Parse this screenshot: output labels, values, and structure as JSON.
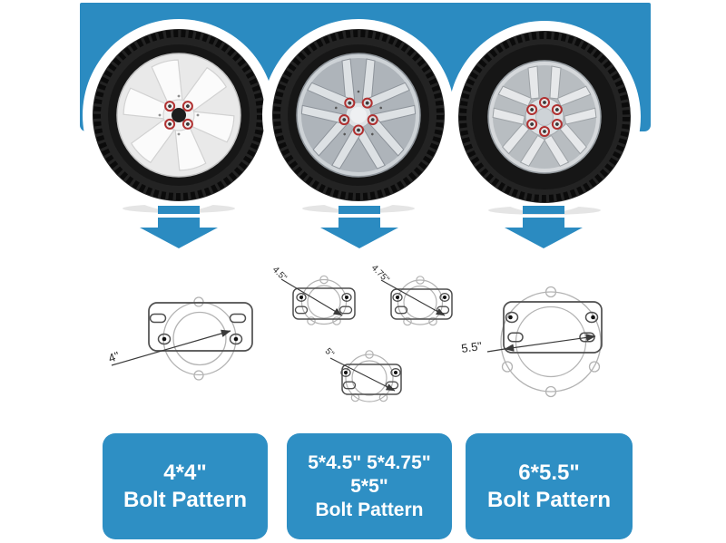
{
  "colors": {
    "band_blue": "#2b8bc1",
    "arrow_blue": "#2b8bc1",
    "card_blue": "#2e8fc4",
    "lug_ring_red": "#b03030",
    "diagram_line_gray": "#b3b3b3",
    "diagram_plate_gray": "#4f4f4f"
  },
  "wheels": {
    "items": [
      {
        "icon": "white-six-spoke-wheel-4-lug"
      },
      {
        "icon": "silver-twin-five-spoke-wheel-5-lug"
      },
      {
        "icon": "silver-ten-spoke-wheel-6-lug"
      }
    ]
  },
  "diagrams": {
    "items": [
      {
        "label": "4\""
      },
      {
        "label": "4.5\""
      },
      {
        "label": "4.75\""
      },
      {
        "label": "5\""
      },
      {
        "label": "5.5\""
      }
    ]
  },
  "cards": {
    "items": [
      {
        "lines": [
          "4*4\"",
          "Bolt Pattern"
        ]
      },
      {
        "lines": [
          "5*4.5\" 5*4.75\"",
          "5*5\"",
          "Bolt Pattern"
        ]
      },
      {
        "lines": [
          "6*5.5\"",
          "Bolt Pattern"
        ]
      }
    ]
  }
}
